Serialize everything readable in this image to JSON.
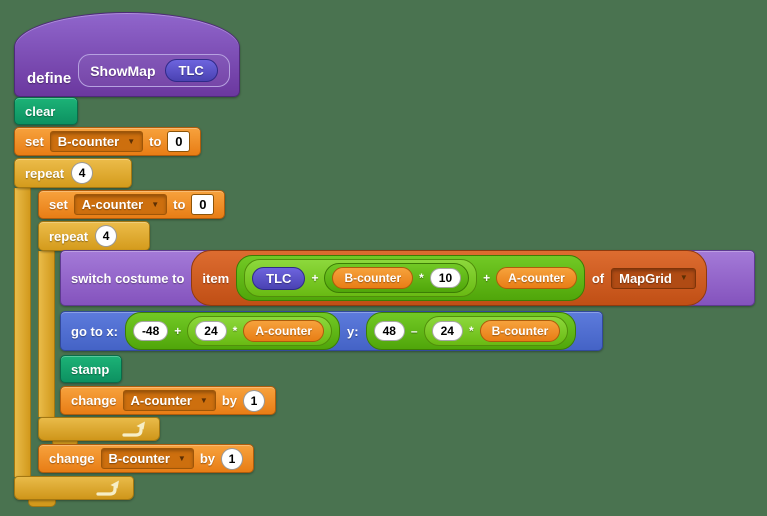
{
  "colors": {
    "background": "#4A7350",
    "custom_hat_purple": "#6E3AA3",
    "looks_purple": "#8A5FC3",
    "motion_blue": "#4D6FD6",
    "pen_green": "#129A68",
    "variables_orange": "#EE8D23",
    "control_gold": "#DCA32B",
    "operators_green": "#5CB712",
    "operators_green_light": "#7BCF31",
    "list_orange_red": "#CF5B22",
    "parameter_violet": "#5A50C8"
  },
  "icons": {
    "dropdown_arrow": "▼"
  },
  "script": {
    "define_hat": {
      "keyword": "define",
      "block_name": "ShowMap",
      "parameter": "TLC"
    },
    "clear_block": {
      "label": "clear"
    },
    "set_b_block": {
      "keyword": "set",
      "variable": "B-counter",
      "preposition": "to",
      "value": "0"
    },
    "outer_repeat_block": {
      "keyword": "repeat",
      "times": "4"
    },
    "set_a_block": {
      "keyword": "set",
      "variable": "A-counter",
      "preposition": "to",
      "value": "0"
    },
    "inner_repeat_block": {
      "keyword": "repeat",
      "times": "4"
    },
    "switch_costume_block": {
      "label": "switch costume to",
      "item_block": {
        "item_label": "item",
        "outer_sum": {
          "inner_sum": {
            "param": "TLC",
            "plus": "+",
            "product": {
              "var": "B-counter",
              "times": "*",
              "num": "10"
            }
          },
          "plus": "+",
          "var": "A-counter"
        },
        "of_label": "of",
        "list_name": "MapGrid"
      }
    },
    "go_to_block": {
      "label_x": "go to x:",
      "x_sum": {
        "num": "-48",
        "op": "+",
        "product": {
          "num": "24",
          "times": "*",
          "var": "A-counter"
        }
      },
      "label_y": "y:",
      "y_sum": {
        "num": "48",
        "op": "–",
        "product": {
          "num": "24",
          "times": "*",
          "var": "B-counter"
        }
      }
    },
    "stamp_block": {
      "label": "stamp"
    },
    "change_a_block": {
      "keyword": "change",
      "variable": "A-counter",
      "preposition": "by",
      "value": "1"
    },
    "change_b_block": {
      "keyword": "change",
      "variable": "B-counter",
      "preposition": "by",
      "value": "1"
    }
  }
}
